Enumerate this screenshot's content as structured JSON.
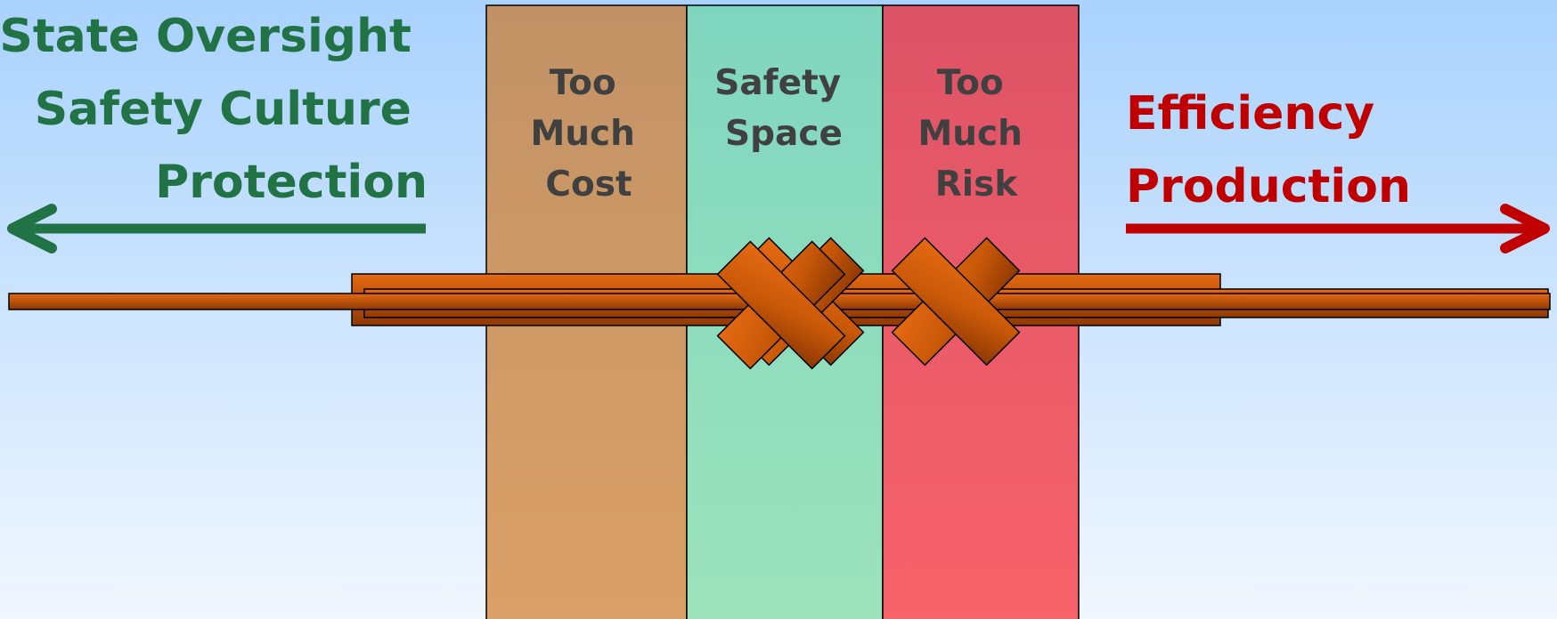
{
  "left_side": {
    "lines": [
      "State Oversight",
      "Safety Culture",
      "Protection"
    ],
    "color": "#217346"
  },
  "right_side": {
    "lines": [
      "Efficiency",
      "Production"
    ],
    "color": "#C00000"
  },
  "zones": [
    {
      "lines": [
        "Too",
        "Much",
        "Cost"
      ],
      "color_top": "#C29266",
      "color_bottom": "#DBA067"
    },
    {
      "lines": [
        "Safety",
        "Space"
      ],
      "color_top": "#7FD6BE",
      "color_bottom": "#9DE3BD"
    },
    {
      "lines": [
        "Too",
        "Much",
        "Risk"
      ],
      "color_top": "#DD5366",
      "color_bottom": "#F8636A"
    }
  ],
  "zone_label_color": "#404040",
  "colors": {
    "background_top": "#A9D2FD",
    "background_bottom": "#F1F7FE",
    "bar_light": "#E56A12",
    "bar_dark": "#8E3904"
  }
}
